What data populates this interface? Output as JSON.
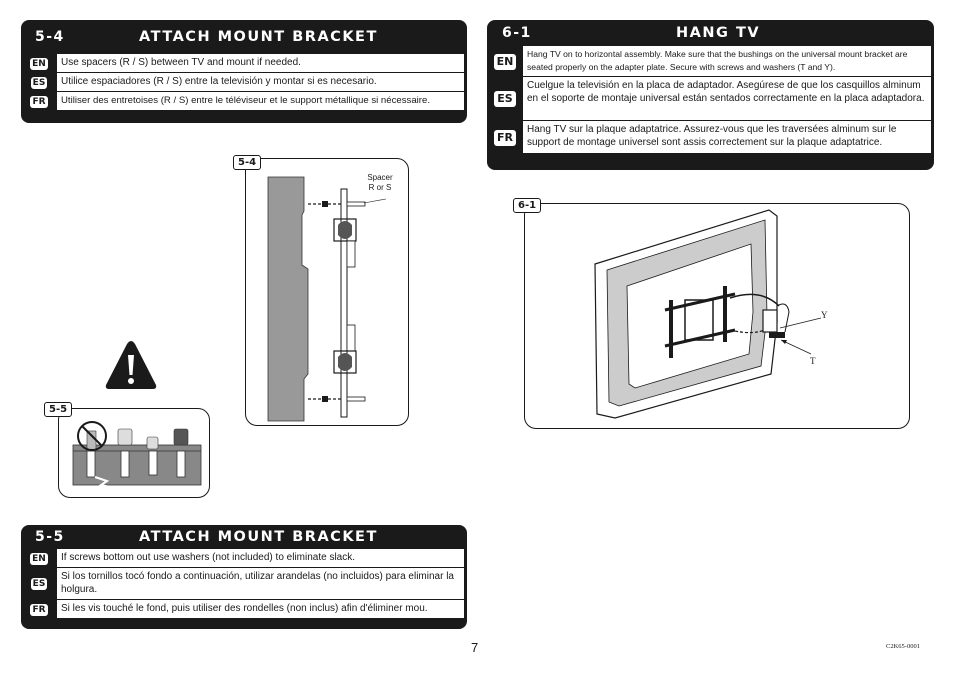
{
  "step_5_4": {
    "number": "5-4",
    "title": "ATTACH MOUNT BRACKET",
    "rows": [
      {
        "lang": "EN",
        "text": "Use spacers (R / S) between TV and mount if needed."
      },
      {
        "lang": "ES",
        "text": "Utilice espaciadores (R / S) entre la televisión y montar si es necesario."
      },
      {
        "lang": "FR",
        "text": "Utiliser des entretoises (R / S) entre le téléviseur et le support métallique si nécessaire."
      }
    ]
  },
  "step_5_5": {
    "number": "5-5",
    "title": "ATTACH MOUNT BRACKET",
    "rows": [
      {
        "lang": "EN",
        "text": "If screws bottom out use washers (not included) to eliminate slack."
      },
      {
        "lang": "ES",
        "text": "Si los tornillos tocó fondo a continuación, utilizar arandelas (no incluidos) para eliminar la holgura."
      },
      {
        "lang": "FR",
        "text": "Si les vis touché le fond, puis utiliser des rondelles (non inclus) afin d'éliminer mou."
      }
    ]
  },
  "step_6_1": {
    "number": "6-1",
    "title": "HANG TV",
    "rows": [
      {
        "lang": "EN",
        "text": "Hang TV on to horizontal assembly.  Make sure that the bushings on the universal mount bracket are seated properly on the adapter plate. Secure with screws and washers (T and Y)."
      },
      {
        "lang": "ES",
        "text": "Cuelgue la televisión en la placa de adaptador. Asegúrese de que los casquillos alminum en el soporte de montaje universal están sentados correctamente en la placa adaptadora."
      },
      {
        "lang": "FR",
        "text": "Hang TV sur la plaque adaptatrice. Assurez-vous que les traversées alminum sur le support de montage universel sont assis correctement sur la plaque adaptatrice."
      }
    ]
  },
  "figures": {
    "fig_5_4": {
      "tag": "5-4",
      "callout": "Spacer\nR or S"
    },
    "fig_5_5": {
      "tag": "5-5"
    },
    "fig_6_1": {
      "tag": "6-1",
      "label_y": "Y",
      "label_t": "T"
    }
  },
  "icons": {
    "warning": "warning-triangle-icon",
    "no_symbol": "prohibited-icon"
  },
  "page_number": "7",
  "doc_code": "C2K65-0001",
  "colors": {
    "panel": "#1a1a1a",
    "text": "#1a1a1a",
    "background": "#ffffff"
  }
}
